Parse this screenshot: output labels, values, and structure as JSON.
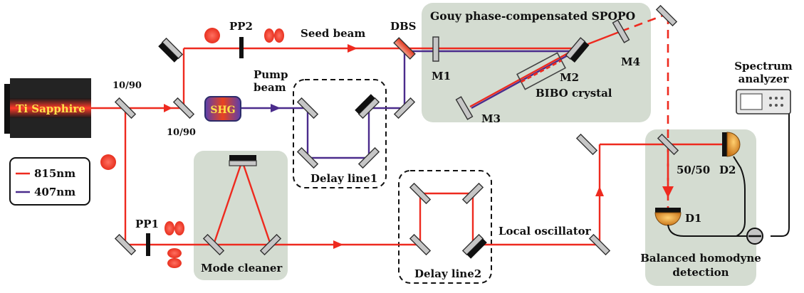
{
  "colors": {
    "red_beam": "#ee2a1f",
    "blue_beam": "#4b2c8c",
    "panel": "#d4dcd1",
    "mirror": "#c6c6c6",
    "detector": "#d98a1c"
  },
  "labels": {
    "laser": "Ti Sapphire",
    "bs_1090_a": "10/90",
    "bs_1090_b": "10/90",
    "shg": "SHG",
    "pump_beam_1": "Pump",
    "pump_beam_2": "beam",
    "pp2": "PP2",
    "seed_beam": "Seed beam",
    "dbs": "DBS",
    "spopo_title": "Gouy phase-compensated SPOPO",
    "m1": "M1",
    "m2": "M2",
    "m3": "M3",
    "m4": "M4",
    "bibo": "BIBO crystal",
    "delay1": "Delay line1",
    "delay2": "Delay line2",
    "pp1": "PP1",
    "mode_cleaner": "Mode cleaner",
    "local_osc": "Local oscillator",
    "bs_5050": "50/50",
    "d1": "D1",
    "d2": "D2",
    "bhd_1": "Balanced homodyne",
    "bhd_2": "detection",
    "spectrum_1": "Spectrum",
    "spectrum_2": "analyzer"
  },
  "legend": {
    "red": "815nm",
    "blue": "407nm"
  }
}
